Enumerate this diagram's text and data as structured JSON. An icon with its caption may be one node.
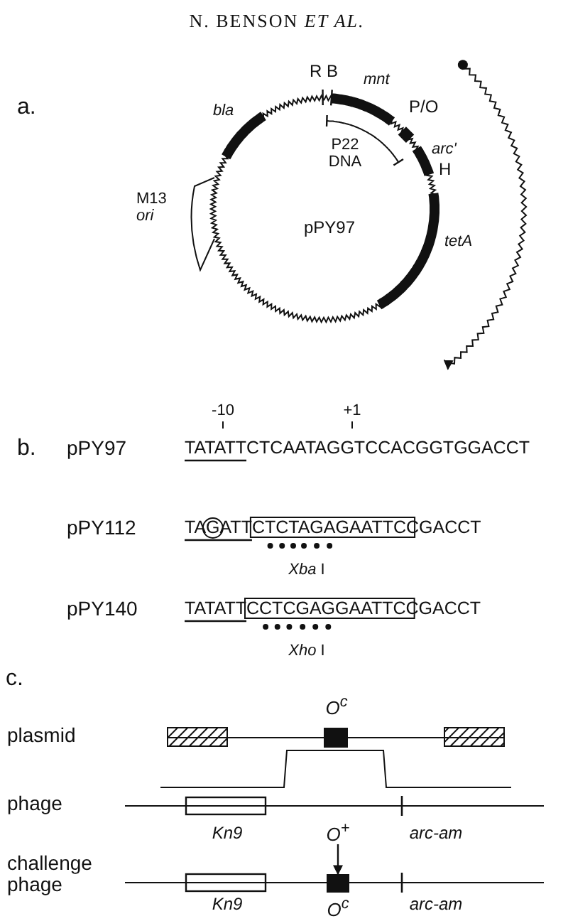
{
  "diagram": {
    "title": "N. BENSON *ET AL.*",
    "nodes": [
      {
        "text": [
          "O$^{+}$"
        ]
      },
      {
        "text": [],
        "shape": "box",
        "beside": [
          "O$^{c}$"
        ]
      }
    ],
    "edges": [
      {
        "from": 0,
        "to": 1,
        "arrow": "to"
      }
    ],
    "labels": [
      "a.",
      "R",
      "B",
      "mnt",
      "bla",
      "P/O",
      "arc'",
      "P22 DNA",
      "H",
      "M13 *ori*",
      "pPY97",
      "tetA",
      "b.",
      "-10",
      "+1",
      "pPY97",
      "TATATTCTCAATAGGTCCACGGTGGACCT",
      "pPY112",
      "TAGATTCTCTAGAGAATTCCGACCT",
      "*Xba* I",
      "pPY140",
      "TATATTCCTCGAGGAATTCCGACCT",
      "*Xho* I",
      "c.",
      "O$^{c}$",
      "plasmid",
      "phage",
      "Kn9",
      "arc-am",
      "challenge phage",
      "Kn9",
      "arc-am"
    ]
  }
}
